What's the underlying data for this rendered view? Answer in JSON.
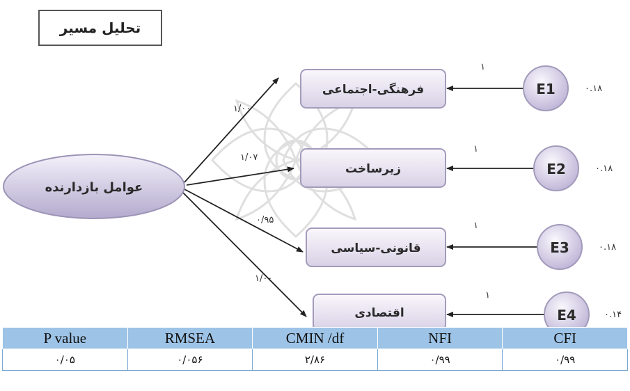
{
  "diagram": {
    "title": "تحلیل مسیر",
    "source_node": "عوامل بازدارنده",
    "targets": [
      {
        "label": "فرهنگی-اجتماعی",
        "path_coefficient": "۱/۰۰",
        "error": "E1",
        "error_loading": "۱",
        "error_variance": "۰.۱۸"
      },
      {
        "label": "زیرساخت",
        "path_coefficient": "۱/۰۷",
        "error": "E2",
        "error_loading": "۱",
        "error_variance": "۰.۱۸"
      },
      {
        "label": "قانونی-سیاسی",
        "path_coefficient": "۰/۹۵",
        "error": "E3",
        "error_loading": "۱",
        "error_variance": "۰.۱۸"
      },
      {
        "label": "اقتصادی",
        "path_coefficient": "۱/۰۰",
        "error": "E4",
        "error_loading": "۱",
        "error_variance": "۰.۱۴"
      }
    ],
    "colors": {
      "node_fill_light": "#f2eef8",
      "node_fill_dark": "#b8b0cf",
      "node_stroke": "#9c94b6",
      "arrow": "#222222",
      "watermark": "#d9d9d9"
    }
  },
  "fit_table": {
    "headers": [
      "P value",
      "RMSEA",
      "CMIN /df",
      "NFI",
      "CFI"
    ],
    "values": [
      "۰/۰۵",
      "۰/۰۵۶",
      "۲/۸۶",
      "۰/۹۹",
      "۰/۹۹"
    ],
    "header_color": "#9dc3e6"
  }
}
